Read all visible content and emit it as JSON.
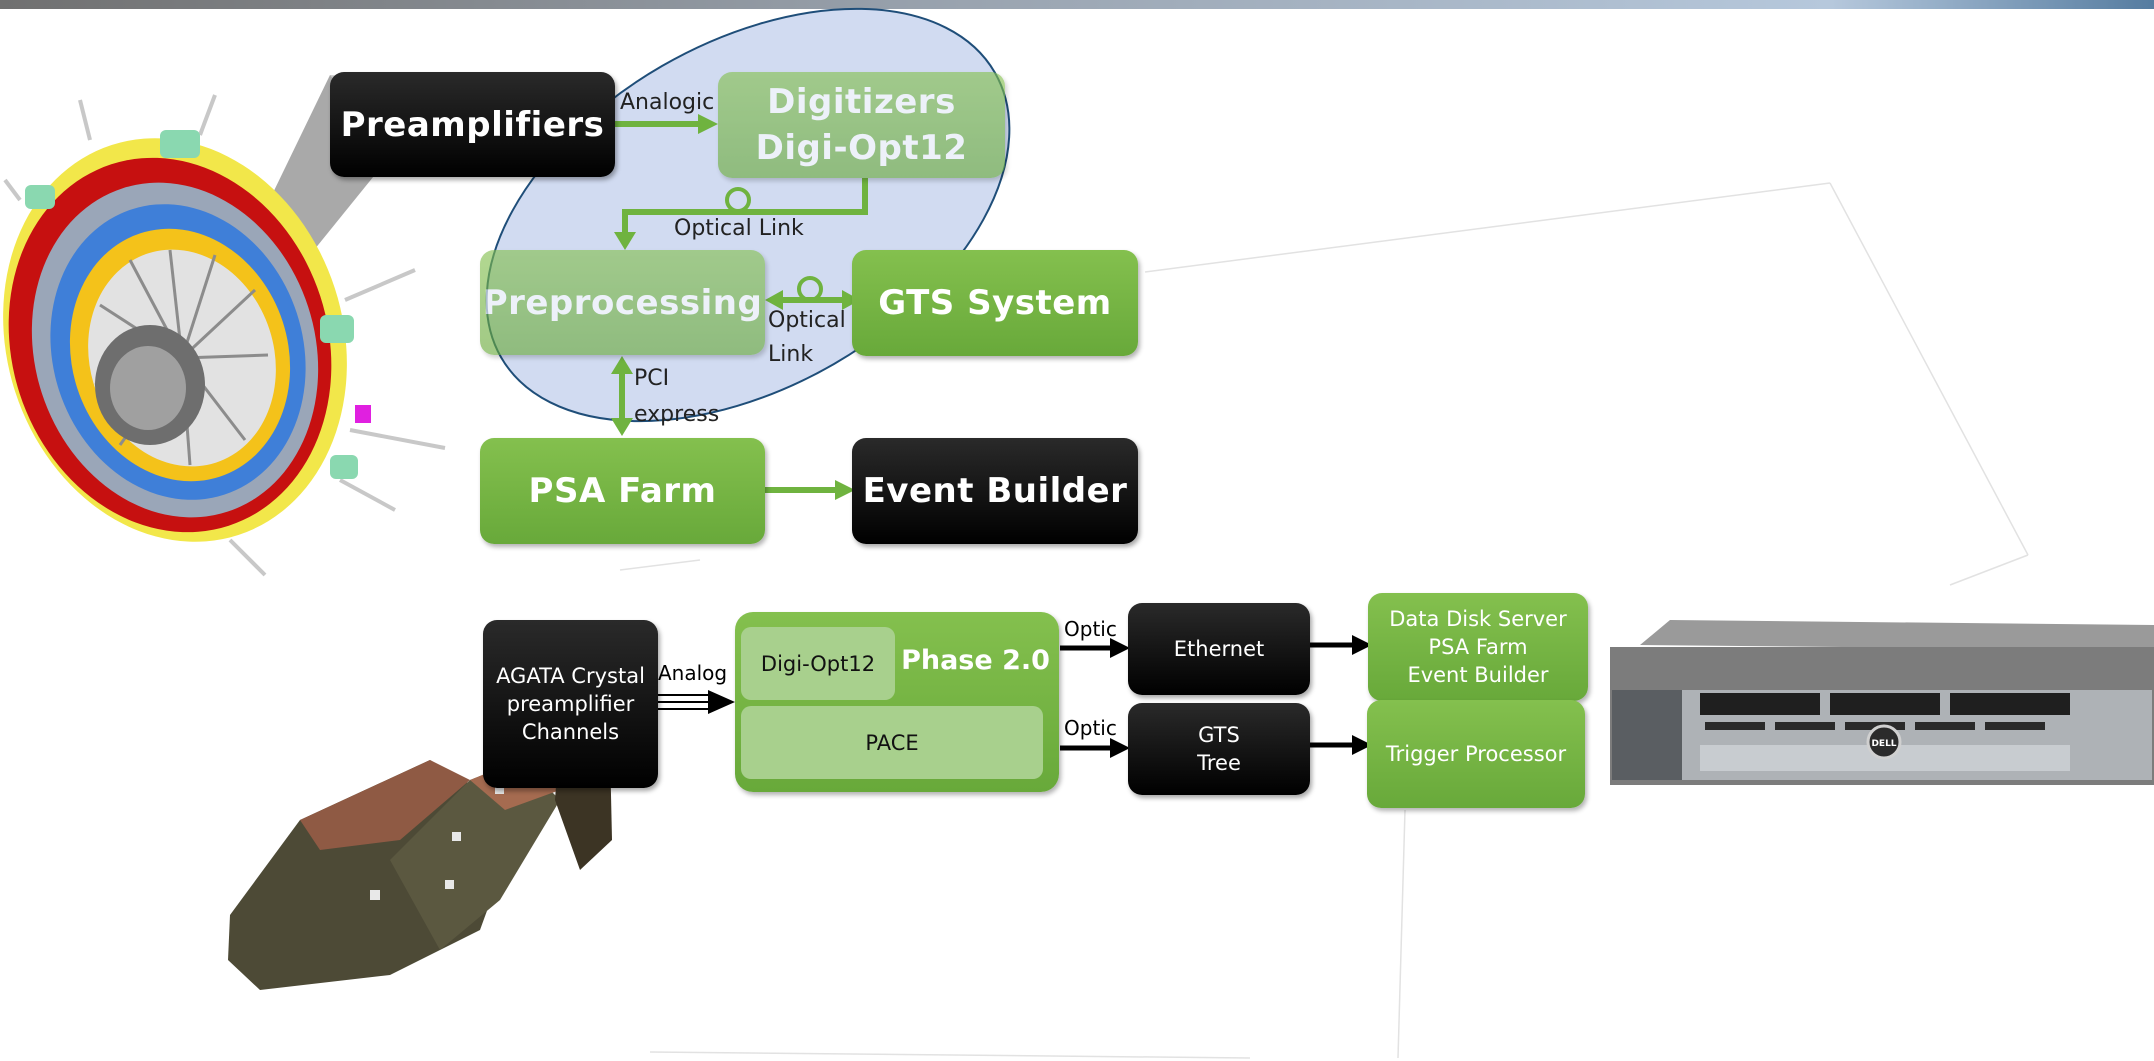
{
  "colors": {
    "green": "#6fb33f",
    "light_green": "#a8d08d",
    "black": "#000000",
    "ellipse_fill": "#c9d5ee",
    "ellipse_stroke": "#1f4e79"
  },
  "top_diagram": {
    "preamplifiers": "Preamplifiers",
    "digitizers_line1": "Digitizers",
    "digitizers_line2": "Digi-Opt12",
    "preprocessing": "Preprocessing",
    "gts_system": "GTS System",
    "psa_farm": "PSA Farm",
    "event_builder": "Event Builder",
    "analogic_label": "Analogic",
    "optical_link_label": "Optical Link",
    "optical_link2_line1": "Optical",
    "optical_link2_line2": "Link",
    "pci_line1": "PCI",
    "pci_line2": "express"
  },
  "bottom_diagram": {
    "agata_line1": "AGATA Crystal",
    "agata_line2": "preamplifier",
    "agata_line3": "Channels",
    "analog_label": "Analog",
    "digi_opt12": "Digi-Opt12",
    "phase": "Phase 2.0",
    "pace": "PACE",
    "optic_label_1": "Optic",
    "optic_label_2": "Optic",
    "ethernet": "Ethernet",
    "gts_tree_line1": "GTS",
    "gts_tree_line2": "Tree",
    "server_line1": "Data Disk Server",
    "server_line2": "PSA Farm",
    "server_line3": "Event Builder",
    "trigger_processor": "Trigger Processor"
  },
  "images": {
    "detector_array": "agata-detector-array",
    "crystals": "agata-crystal-pair",
    "server": "rack-server",
    "server_logo": "DELL"
  }
}
